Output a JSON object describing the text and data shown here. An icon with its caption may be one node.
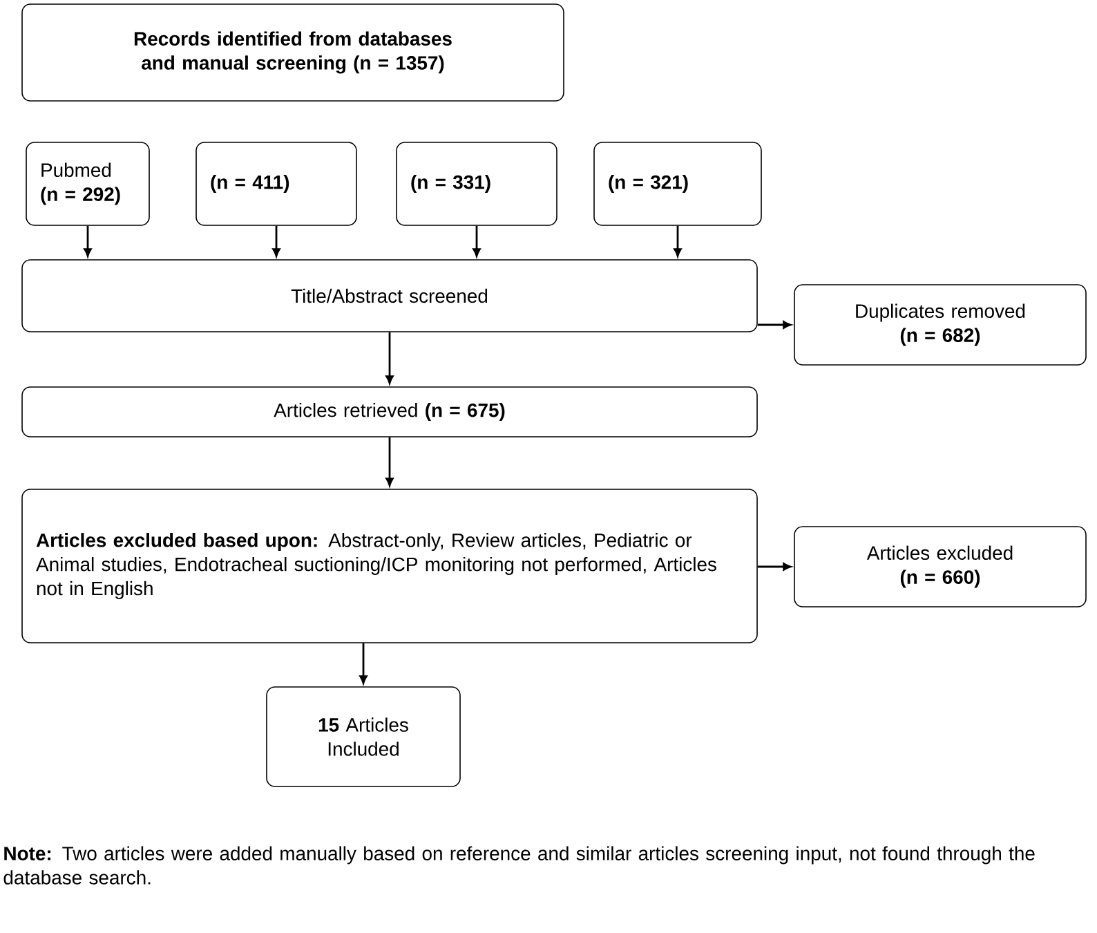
{
  "diagram": {
    "nodes": [
      {
        "text": [
          "Records identified from databases and manual screening (n = 1357)"
        ]
      },
      {
        "text": [
          "Pubmed",
          "(n = 292)"
        ]
      },
      {
        "text": [
          "(n = 411)"
        ]
      },
      {
        "text": [
          "(n = 331)"
        ]
      },
      {
        "text": [
          "(n = 321)"
        ]
      },
      {
        "text": [
          "Title/Abstract screened"
        ]
      },
      {
        "text": [
          "Duplicates removed",
          "(n = 682)"
        ]
      },
      {
        "text": [
          "Articles retrieved **(n = 675)**"
        ]
      },
      {
        "text": [
          "**Articles excluded based upon:** Abstract-only, Review articles, Pediatric or Animal studies, Endotracheal suctioning/ICP monitoring not performed, Articles not in English"
        ]
      },
      {
        "text": [
          "Articles excluded",
          "(n = 660)"
        ]
      },
      {
        "text": [
          "**15** Articles Included"
        ]
      }
    ],
    "edges": [
      {
        "from": 1,
        "to": 5,
        "arrow": "to"
      },
      {
        "from": 2,
        "to": 5,
        "arrow": "to"
      },
      {
        "from": 3,
        "to": 5,
        "arrow": "to"
      },
      {
        "from": 4,
        "to": 5,
        "arrow": "to"
      },
      {
        "from": 5,
        "to": 6,
        "arrow": "to"
      },
      {
        "from": 5,
        "to": 7,
        "arrow": "to"
      },
      {
        "from": 7,
        "to": 8,
        "arrow": "to"
      },
      {
        "from": 8,
        "to": 9,
        "arrow": "to"
      },
      {
        "from": 8,
        "to": 10,
        "arrow": "to"
      }
    ],
    "labels": [
      "**Note:** Two articles were added manually based on reference and similar articles screening input, not found through the database search."
    ]
  }
}
